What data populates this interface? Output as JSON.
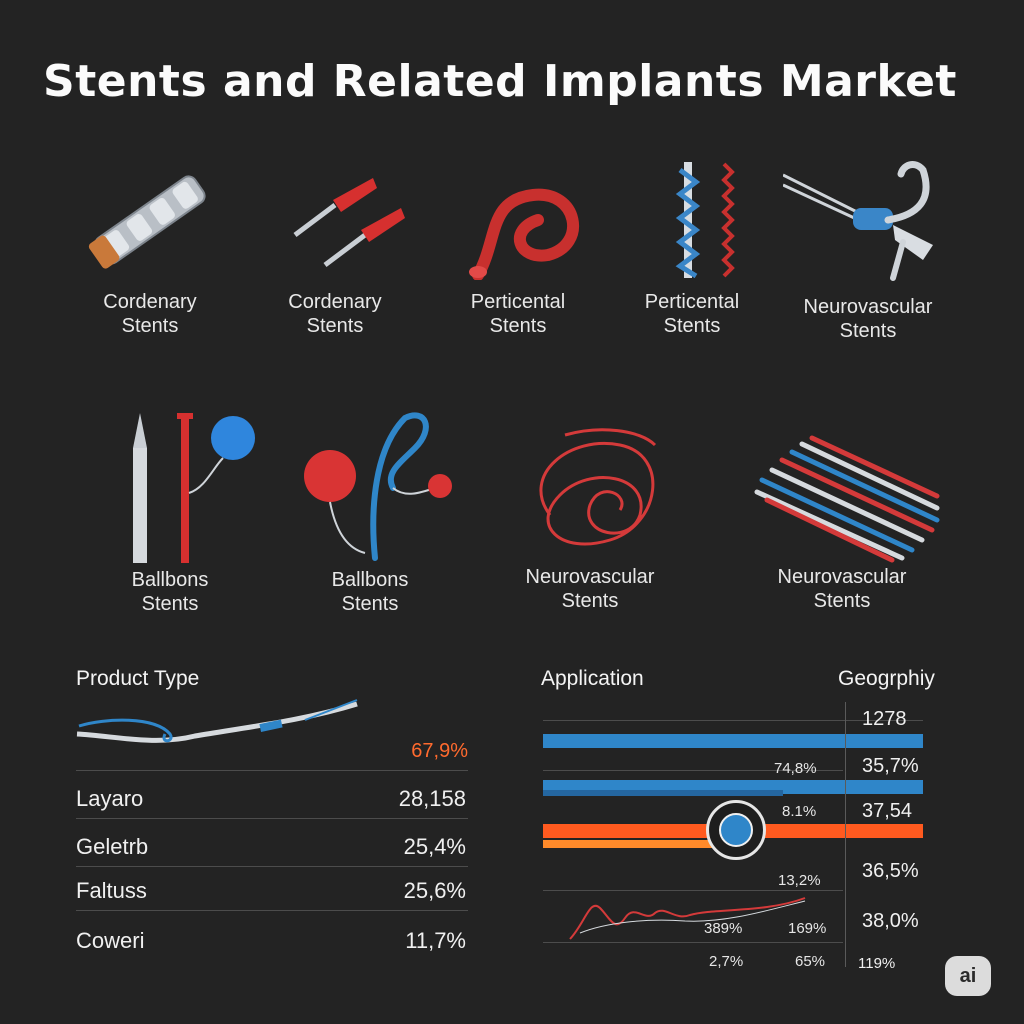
{
  "title": "Stents and Related Implants Market",
  "products": [
    {
      "line1": "Cordenary",
      "line2": "Stents",
      "icon": "metal-stent-icon"
    },
    {
      "line1": "Cordenary",
      "line2": "Stents",
      "icon": "catheter-tips-icon"
    },
    {
      "line1": "Perticental",
      "line2": "Stents",
      "icon": "red-tube-icon"
    },
    {
      "line1": "Perticental",
      "line2": "Stents",
      "icon": "coiled-stents-icon"
    },
    {
      "line1": "Neurovascular",
      "line2": "Stents",
      "icon": "neuro-device-icon"
    },
    {
      "line1": "Ballbons",
      "line2": "Stents",
      "icon": "balloon-catheter-icon"
    },
    {
      "line1": "Ballbons",
      "line2": "Stents",
      "icon": "balloon-wire-icon"
    },
    {
      "line1": "Neurovascular",
      "line2": "Stents",
      "icon": "tangled-wire-icon"
    },
    {
      "line1": "Neurovascular",
      "line2": "Stents",
      "icon": "wire-bundle-icon"
    }
  ],
  "product_type": {
    "heading": "Product Type",
    "top_value": "67,9%",
    "rows": [
      {
        "name": "Layaro",
        "value": "28,158"
      },
      {
        "name": "Geletrb",
        "value": "25,4%"
      },
      {
        "name": "Faltuss",
        "value": "25,6%"
      },
      {
        "name": "Coweri",
        "value": "11,7%"
      }
    ]
  },
  "application": {
    "heading": "Application",
    "labels": [
      "74,8%",
      "8.1%",
      "13,2%",
      "389%",
      "169%",
      "2,7%",
      "65%"
    ]
  },
  "geography": {
    "heading": "Geogrphiy",
    "values": [
      "1278",
      "35,7%",
      "37,54",
      "36,5%",
      "38,0%",
      "119%"
    ]
  },
  "badge": "ai",
  "colors": {
    "blue": "#2f86c9",
    "orange": "#ff5a1f",
    "red": "#d43a3a",
    "background": "#232323"
  }
}
